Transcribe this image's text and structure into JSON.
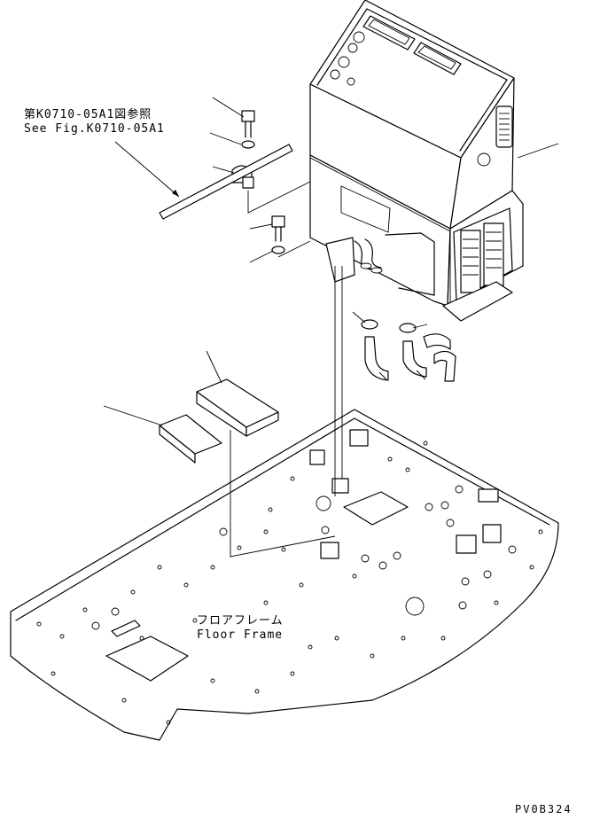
{
  "diagram": {
    "reference_note": {
      "jp": "第K0710-05A1図参照",
      "en": "See Fig.K0710-05A1"
    },
    "floor_frame_label": {
      "jp": "フロアフレーム",
      "en": "Floor Frame"
    },
    "drawing_code": "PV0B324"
  }
}
